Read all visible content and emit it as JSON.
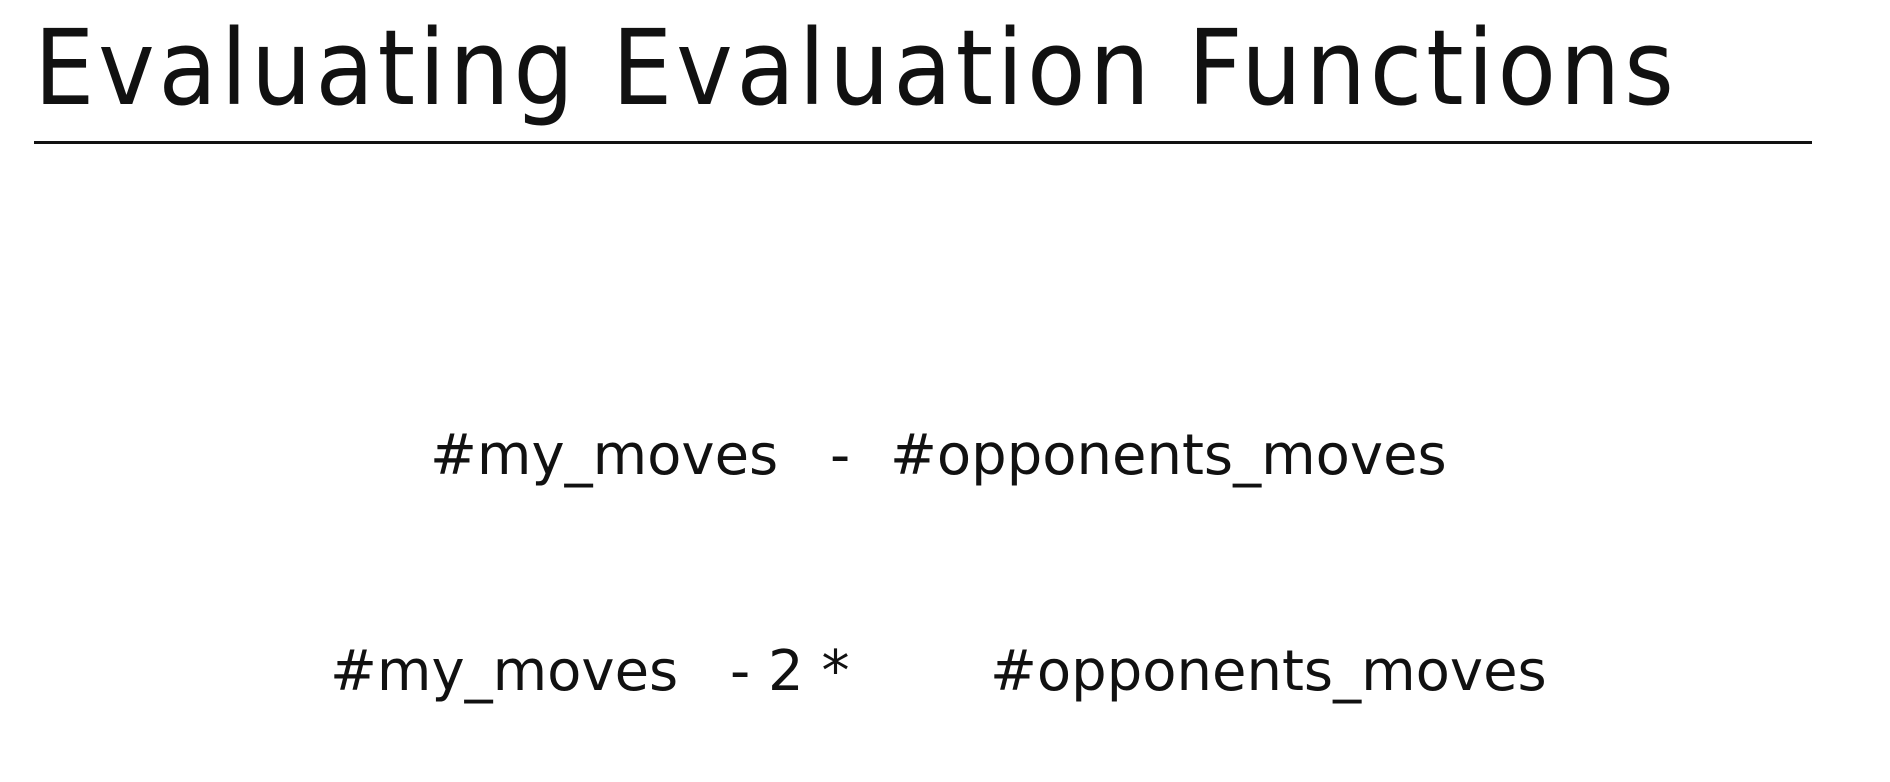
{
  "title": "Evaluating Evaluation Functions",
  "expressions": [
    {
      "lhs": "#my_moves",
      "op": "-",
      "rhs": "#opponents_moves"
    },
    {
      "lhs": "#my_moves",
      "op": "- 2 *",
      "rhs": "#opponents_moves"
    }
  ]
}
